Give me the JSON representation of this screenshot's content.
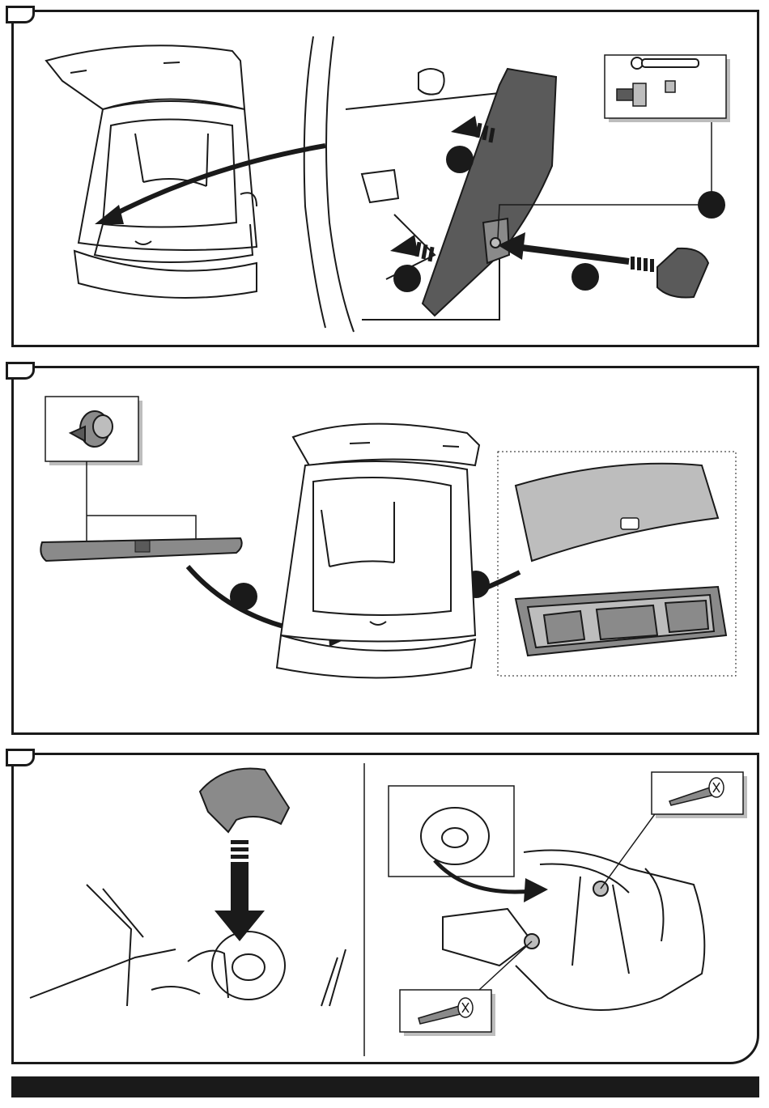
{
  "document": {
    "panels": [
      {
        "id": "step-1",
        "number_tab": ""
      },
      {
        "id": "step-2",
        "number_tab": ""
      },
      {
        "id": "step-3",
        "number_tab": ""
      }
    ],
    "callout_markers": [
      "",
      "",
      "",
      "",
      "",
      ""
    ],
    "colors": {
      "ink": "#1a1a1a",
      "fill_dark": "#5a5a5a",
      "fill_mid": "#8a8a8a",
      "fill_light": "#bdbdbd",
      "paper": "#ffffff"
    }
  }
}
